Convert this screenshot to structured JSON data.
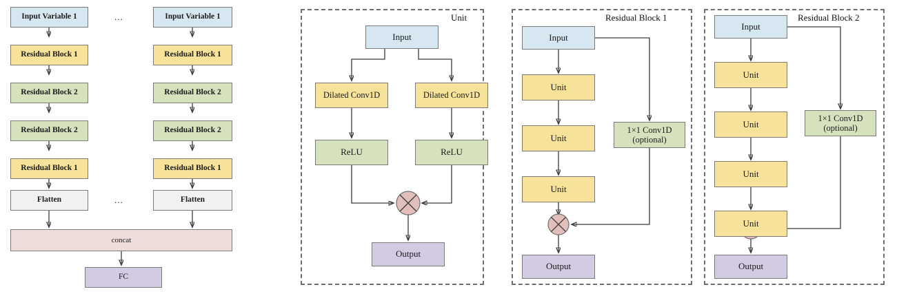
{
  "diagram": {
    "title": "Neural network architecture diagram",
    "colors": {
      "input_blue": "#d7e7f1",
      "unit_yellow": "#f7e29a",
      "relu_green": "#d6e2be",
      "flatten_grey": "#f1f1f1",
      "concat_pink": "#eeddda",
      "fc_purple": "#d3cbe2",
      "merge_circle": "#e3bfbb",
      "panel_border": "#6e6e6e"
    },
    "ellipsis_label": "...",
    "panels": [
      {
        "id": "overall-architecture",
        "title": "",
        "dashed": false,
        "branches": [
          {
            "id": "branch-left",
            "nodes": [
              {
                "label": "Input Variable 1",
                "style": "blue"
              },
              {
                "label": "Residual Block 1",
                "style": "yellow"
              },
              {
                "label": "Residual Block 2",
                "style": "green"
              },
              {
                "label": "Residual Block 2",
                "style": "green"
              },
              {
                "label": "Residual Block 1",
                "style": "yellow"
              },
              {
                "label": "Flatten",
                "style": "grey"
              }
            ]
          },
          {
            "id": "branch-right",
            "nodes": [
              {
                "label": "Input Variable 1",
                "style": "blue"
              },
              {
                "label": "Residual Block 1",
                "style": "yellow"
              },
              {
                "label": "Residual Block 2",
                "style": "green"
              },
              {
                "label": "Residual Block 2",
                "style": "green"
              },
              {
                "label": "Residual Block 1",
                "style": "yellow"
              },
              {
                "label": "Flatten",
                "style": "grey"
              }
            ]
          }
        ],
        "merge": {
          "label": "concat",
          "style": "pink"
        },
        "head": {
          "label": "FC",
          "style": "purple"
        }
      },
      {
        "id": "unit",
        "title": "Unit",
        "dashed": true,
        "nodes": {
          "input": "Input",
          "conv_left": "Dilated Conv1D",
          "conv_right": "Dilated Conv1D",
          "relu_left": "ReLU",
          "relu_right": "ReLU",
          "output": "Output"
        }
      },
      {
        "id": "residual-block-1",
        "title": "Residual Block 1",
        "dashed": true,
        "nodes": {
          "input": "Input",
          "units": [
            "Unit",
            "Unit",
            "Unit"
          ],
          "shortcut_line1": "1×1 Conv1D",
          "shortcut_line2": "(optional)",
          "output": "Output"
        }
      },
      {
        "id": "residual-block-2",
        "title": "Residual Block 2",
        "dashed": true,
        "nodes": {
          "input": "Input",
          "units": [
            "Unit",
            "Unit",
            "Unit",
            "Unit"
          ],
          "shortcut_line1": "1×1 Conv1D",
          "shortcut_line2": "(optional)",
          "output": "Output"
        }
      }
    ]
  }
}
